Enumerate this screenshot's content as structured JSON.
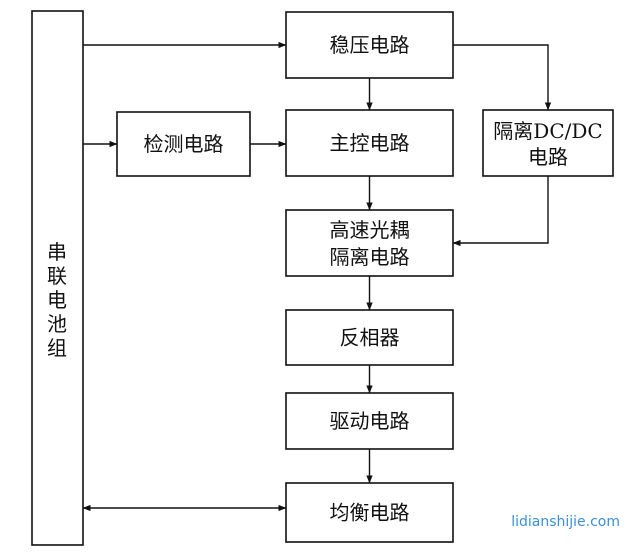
{
  "diagram": {
    "nodes": {
      "battery": {
        "lines": [
          "串",
          "联",
          "电",
          "池",
          "组"
        ]
      },
      "regulator": {
        "lines": [
          "稳压电路"
        ]
      },
      "detect": {
        "lines": [
          "检测电路"
        ]
      },
      "main": {
        "lines": [
          "主控电路"
        ]
      },
      "isodcdc": {
        "lines": [
          "隔离DC/DC",
          "电路"
        ]
      },
      "optocoupler": {
        "lines": [
          "高速光耦",
          "隔离电路"
        ]
      },
      "inverter": {
        "lines": [
          "反相器"
        ]
      },
      "driver": {
        "lines": [
          "驱动电路"
        ]
      },
      "balance": {
        "lines": [
          "均衡电路"
        ]
      }
    },
    "edges": [
      {
        "from": "battery",
        "to": "regulator"
      },
      {
        "from": "battery",
        "to": "detect"
      },
      {
        "from": "detect",
        "to": "main"
      },
      {
        "from": "regulator",
        "to": "main"
      },
      {
        "from": "regulator",
        "to": "isodcdc"
      },
      {
        "from": "isodcdc",
        "to": "optocoupler"
      },
      {
        "from": "main",
        "to": "optocoupler"
      },
      {
        "from": "optocoupler",
        "to": "inverter"
      },
      {
        "from": "inverter",
        "to": "driver"
      },
      {
        "from": "driver",
        "to": "balance"
      },
      {
        "from": "balance",
        "to": "battery",
        "bidirectional": true
      }
    ]
  },
  "watermark": "lidianshijie.com"
}
